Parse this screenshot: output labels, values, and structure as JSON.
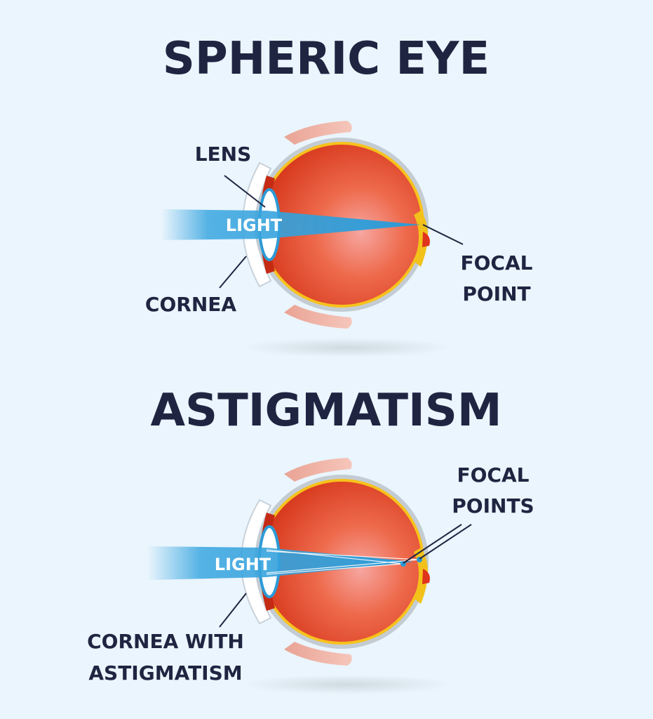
{
  "spheric_section": {
    "title": "SPHERIC EYE",
    "labels": {
      "lens": "LENS",
      "light": "LIGHT",
      "cornea": "CORNEA",
      "focal_line1": "FOCAL",
      "focal_line2": "POINT"
    }
  },
  "astig_section": {
    "title": "ASTIGMATISM",
    "labels": {
      "light": "LIGHT",
      "focal_line1": "FOCAL",
      "focal_line2": "POINTS",
      "cornea_line1": "CORNEA WITH",
      "cornea_line2": "ASTIGMATISM"
    }
  },
  "colors": {
    "background": "#eaf5fd",
    "text": "#1f2541",
    "light_beam": "#3aa6e0",
    "eyeball": "#e53a24",
    "eyeball_highlight": "#f6a090",
    "retina_rim": "#f7c21c",
    "sclera_cap": "#f2b8aa",
    "optic_nerve": "#f2c11a",
    "lens": "#ffffff"
  }
}
